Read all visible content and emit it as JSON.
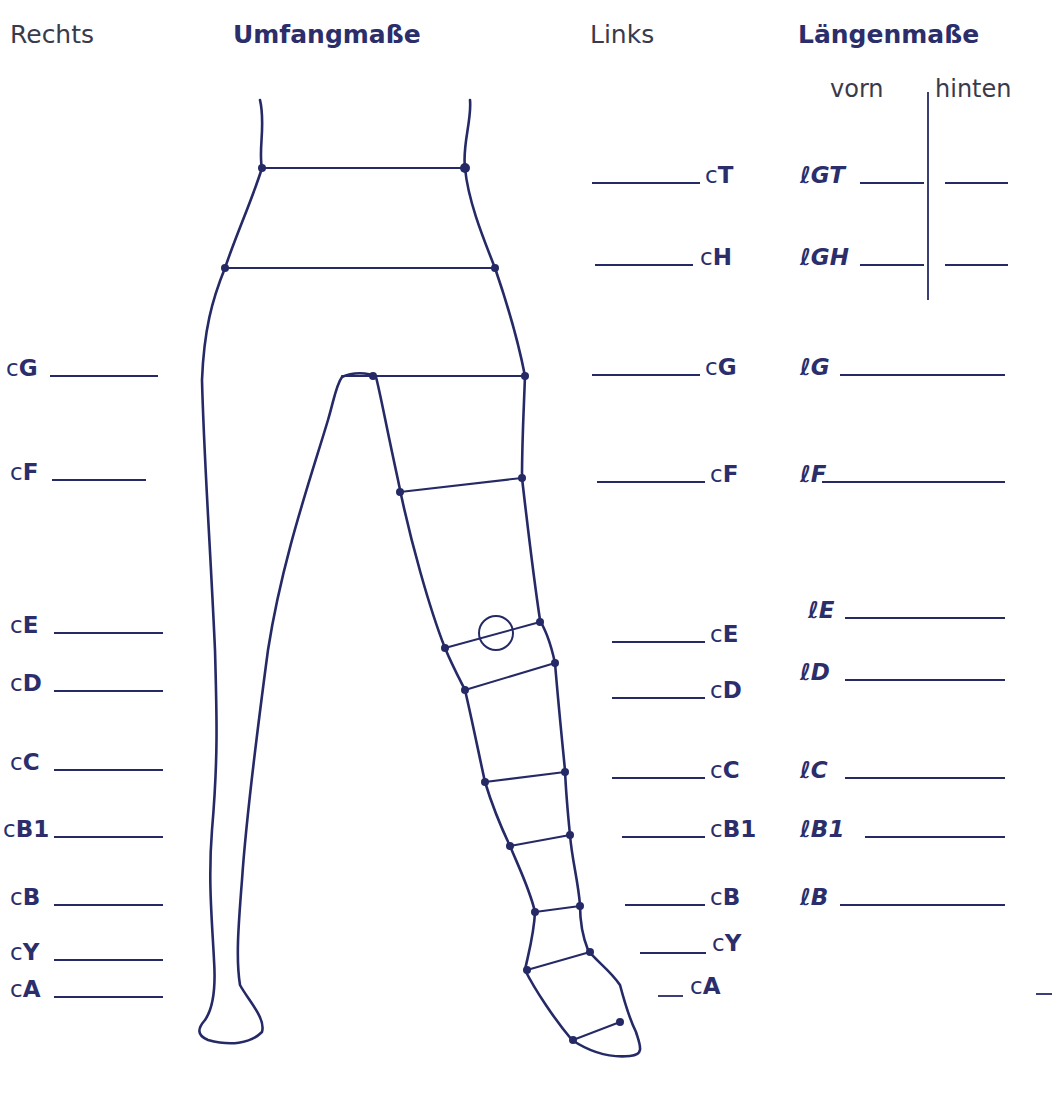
{
  "diagram": {
    "labels": [
      "Rechts",
      "Umfangmaße",
      "Links",
      "Längenmaße",
      "vorn",
      "hinten",
      "cT",
      "cH",
      "cG",
      "cF",
      "cE",
      "cD",
      "cC",
      "cB1",
      "cB",
      "cY",
      "cA",
      "ℓGT",
      "ℓGH",
      "ℓG",
      "ℓF",
      "ℓE",
      "ℓD",
      "ℓC",
      "ℓB1",
      "ℓB",
      "cG",
      "cF",
      "cE",
      "cD",
      "cC",
      "cB1",
      "cB",
      "cY",
      "cA"
    ]
  }
}
